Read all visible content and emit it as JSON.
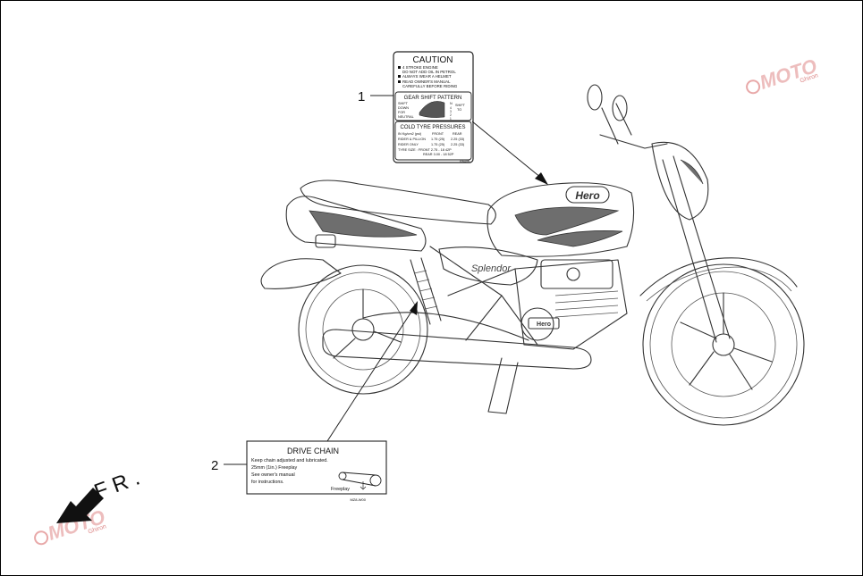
{
  "callouts": [
    {
      "number": "1"
    },
    {
      "number": "2"
    }
  ],
  "caution_label": {
    "title": "CAUTION",
    "bullets": [
      "4 STROKE ENGINE",
      "DO NOT ADD OIL IN PETROL",
      "ALWAYS WEAR A HELMET",
      "READ OWNER'S MANUAL",
      "CAREFULLY BEFORE RIDING"
    ],
    "gear_title": "GEAR SHIFT PATTERN",
    "gear_left": [
      "SHIFT",
      "DOWN",
      "FOR",
      "NEUTRAL"
    ],
    "gear_right": [
      "SHIFT",
      "TO"
    ],
    "gear_n": "N",
    "gear_numbers": [
      "4",
      "3",
      "2",
      "1"
    ],
    "tyre_title": "COLD TYRE PRESSURES",
    "tyre_header": [
      "IN Kg/cm2 (psi)",
      "FRONT",
      "REAR"
    ],
    "tyre_rows": [
      [
        "RIDER & PILLION",
        "1.75 (25)",
        "2.25 (33)"
      ],
      [
        "RIDER ONLY",
        "1.75 (25)",
        "2.25 (33)"
      ]
    ],
    "tyre_size_front": "TYRE SIZE : FRONT 2.75 - 18 42P",
    "tyre_size_rear": "REAR  3.00 - 18 52P",
    "part_code": "KWA8B"
  },
  "drive_chain_label": {
    "title": "DRIVE CHAIN",
    "lines": [
      "Keep chain adjusted and lubricated.",
      "25mm (1in.) Freeplay",
      "See owner's manual",
      "for instructions."
    ],
    "freeplay": "Freeplay",
    "part_code": "MZ8-W00"
  },
  "direction": {
    "text": "F R ."
  },
  "bike_branding": {
    "tank_logo": "Hero",
    "engine_logo": "Hero",
    "side_script": "Splendor"
  },
  "watermark": {
    "text": "MOTO",
    "subtext": "Ghiron"
  },
  "colors": {
    "line": "#333333",
    "stripe": "#6e6e6e",
    "arrow": "#111111",
    "watermark": "#e8a8a8"
  }
}
